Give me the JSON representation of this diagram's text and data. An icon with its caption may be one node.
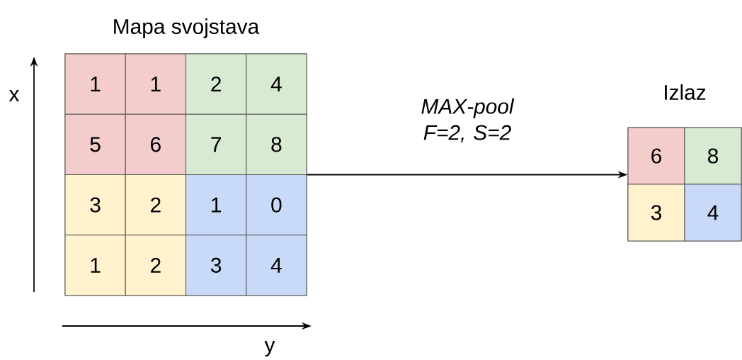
{
  "diagram": {
    "nodes": [
      {
        "text": [
          "Mapa svojstava"
        ]
      },
      {
        "text": [
          "1"
        ],
        "in": 0
      },
      {
        "text": [
          "1"
        ],
        "in": 0
      },
      {
        "text": [
          "2"
        ],
        "in": 0
      },
      {
        "text": [
          "4"
        ],
        "in": 0
      },
      {
        "text": [
          "5"
        ],
        "in": 0
      },
      {
        "text": [
          "6"
        ],
        "in": 0
      },
      {
        "text": [
          "7"
        ],
        "in": 0
      },
      {
        "text": [
          "8"
        ],
        "in": 0
      },
      {
        "text": [
          "3"
        ],
        "in": 0
      },
      {
        "text": [
          "2"
        ],
        "in": 0
      },
      {
        "text": [
          "1"
        ],
        "in": 0
      },
      {
        "text": [
          "0"
        ],
        "in": 0
      },
      {
        "text": [
          "1"
        ],
        "in": 0
      },
      {
        "text": [
          "2"
        ],
        "in": 0
      },
      {
        "text": [
          "3"
        ],
        "in": 0
      },
      {
        "text": [
          "4"
        ],
        "in": 0
      },
      {
        "text": [
          "Izlaz"
        ]
      },
      {
        "text": [
          "6"
        ],
        "in": 17
      },
      {
        "text": [
          "8"
        ],
        "in": 17
      },
      {
        "text": [
          "3"
        ],
        "in": 17
      },
      {
        "text": [
          "4"
        ],
        "in": 17
      }
    ],
    "edges": [
      {
        "from": 0,
        "to": 17,
        "arrow": "to",
        "label": "MAX-pool F=2, S=2"
      }
    ],
    "labels": [
      "x",
      "y"
    ]
  }
}
